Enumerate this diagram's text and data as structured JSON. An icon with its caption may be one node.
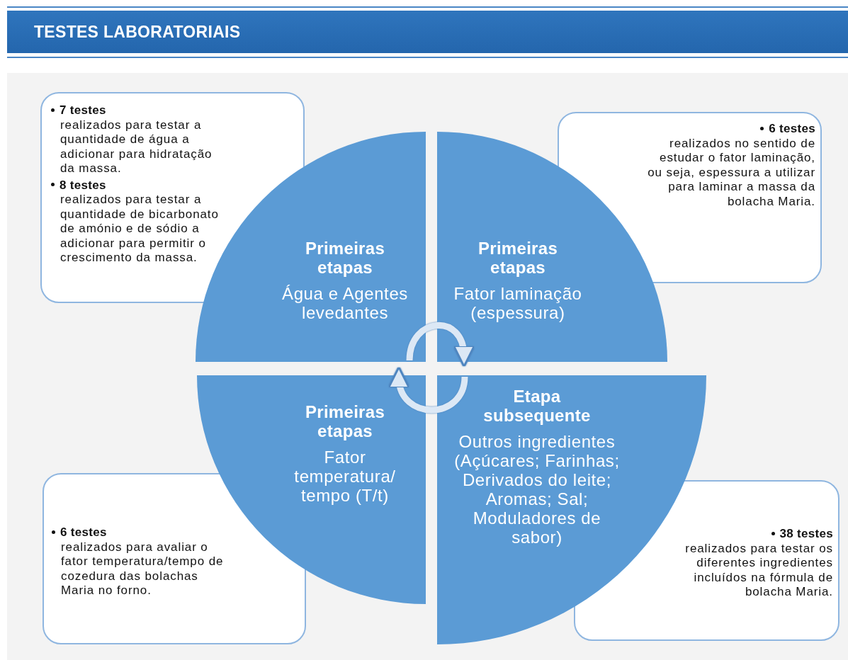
{
  "diagram": {
    "title": "TESTES LABORATORIAIS",
    "nodes": [
      {
        "text": [
          "7 testes",
          "realizados para testar a quantidade de água a adicionar para hidratação da massa.",
          "8 testes",
          "realizados para testar a quantidade de bicarbonato de amónio e de sódio a adicionar para permitir o crescimento da massa."
        ]
      },
      {
        "text": [
          "6 testes",
          "realizados no sentido de estudar o fator laminação, ou seja, espessura a utilizar para laminar a massa da bolacha Maria."
        ]
      },
      {
        "text": [
          "Primeiras etapas",
          "Água e Agentes levedantes"
        ]
      },
      {
        "text": [
          "Primeiras etapas",
          "Fator laminação (espessura)"
        ]
      },
      {
        "text": [
          "Primeiras etapas",
          "Fator temperatura/ tempo (T/t)"
        ]
      },
      {
        "text": [
          "Etapa subsequente",
          "Outros ingredientes (Açúcares; Farinhas; Derivados do leite; Aromas; Sal; Moduladores de sabor)"
        ]
      },
      {
        "text": [
          "6 testes",
          "realizados para avaliar o fator temperatura/tempo de cozedura das bolachas Maria no forno."
        ]
      },
      {
        "text": [
          "38 testes",
          "realizados para testar os diferentes ingredientes incluídos na fórmula de bolacha Maria."
        ]
      }
    ],
    "edges": [
      {
        "from": 2,
        "to": 3,
        "arrow": "to"
      },
      {
        "from": 5,
        "to": 4,
        "arrow": "to"
      }
    ]
  }
}
